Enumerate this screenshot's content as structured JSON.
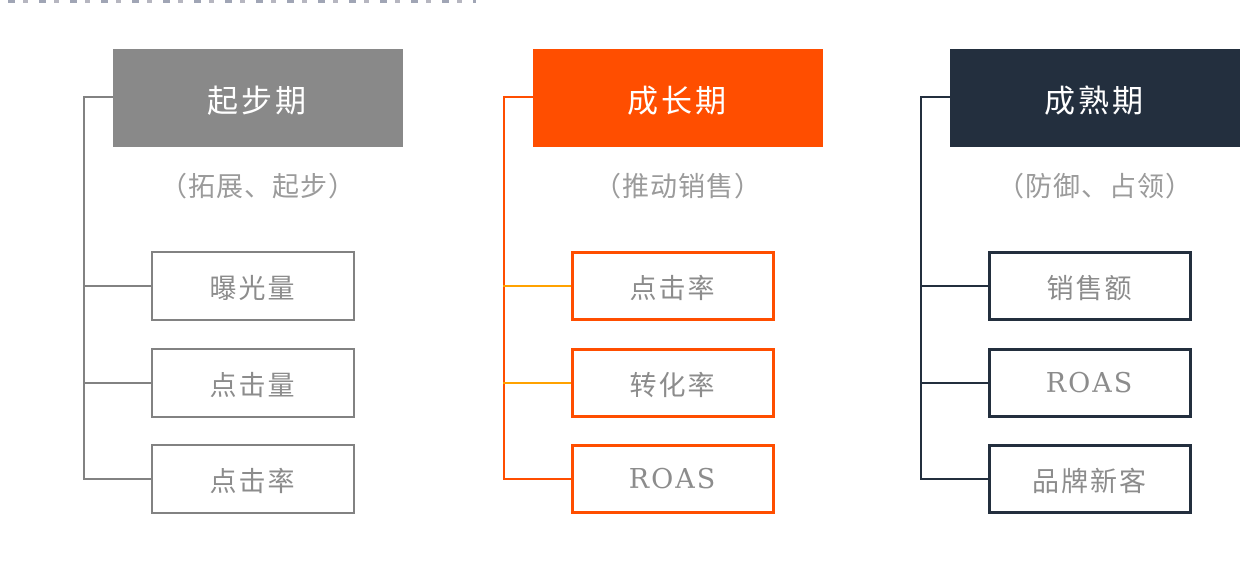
{
  "page": {
    "background": "#FFFFFF"
  },
  "columns": [
    {
      "title": "起步期",
      "subtitle": "（拓展、起步）",
      "metrics": [
        "曝光量",
        "点击量",
        "点击率"
      ],
      "colors": {
        "header_bg": "#898989",
        "header_text": "#FFFFFF",
        "line": "#828282",
        "box_border": "#828282",
        "box_text": "#8C8C8C",
        "subtitle_text": "#9B9B9B",
        "branch_lines": [
          "#828282",
          "#828282",
          "#828282"
        ]
      }
    },
    {
      "title": "成长期",
      "subtitle": "（推动销售）",
      "metrics": [
        "点击率",
        "转化率",
        "ROAS"
      ],
      "colors": {
        "header_bg": "#FF4E00",
        "header_text": "#FFFFFF",
        "line": "#FF4E00",
        "box_border": "#FF4E00",
        "box_text": "#8C8C8C",
        "subtitle_text": "#9B9B9B",
        "branch_lines": [
          "#FFA200",
          "#FFA200",
          "#FF4E00"
        ]
      }
    },
    {
      "title": "成熟期",
      "subtitle": "（防御、占领）",
      "metrics": [
        "销售额",
        "ROAS",
        "品牌新客"
      ],
      "colors": {
        "header_bg": "#232F3E",
        "header_text": "#FFFFFF",
        "line": "#232F3E",
        "box_border": "#232F3E",
        "box_text": "#8C8C8C",
        "subtitle_text": "#9B9B9B",
        "branch_lines": [
          "#232F3E",
          "#232F3E",
          "#232F3E"
        ]
      }
    }
  ]
}
